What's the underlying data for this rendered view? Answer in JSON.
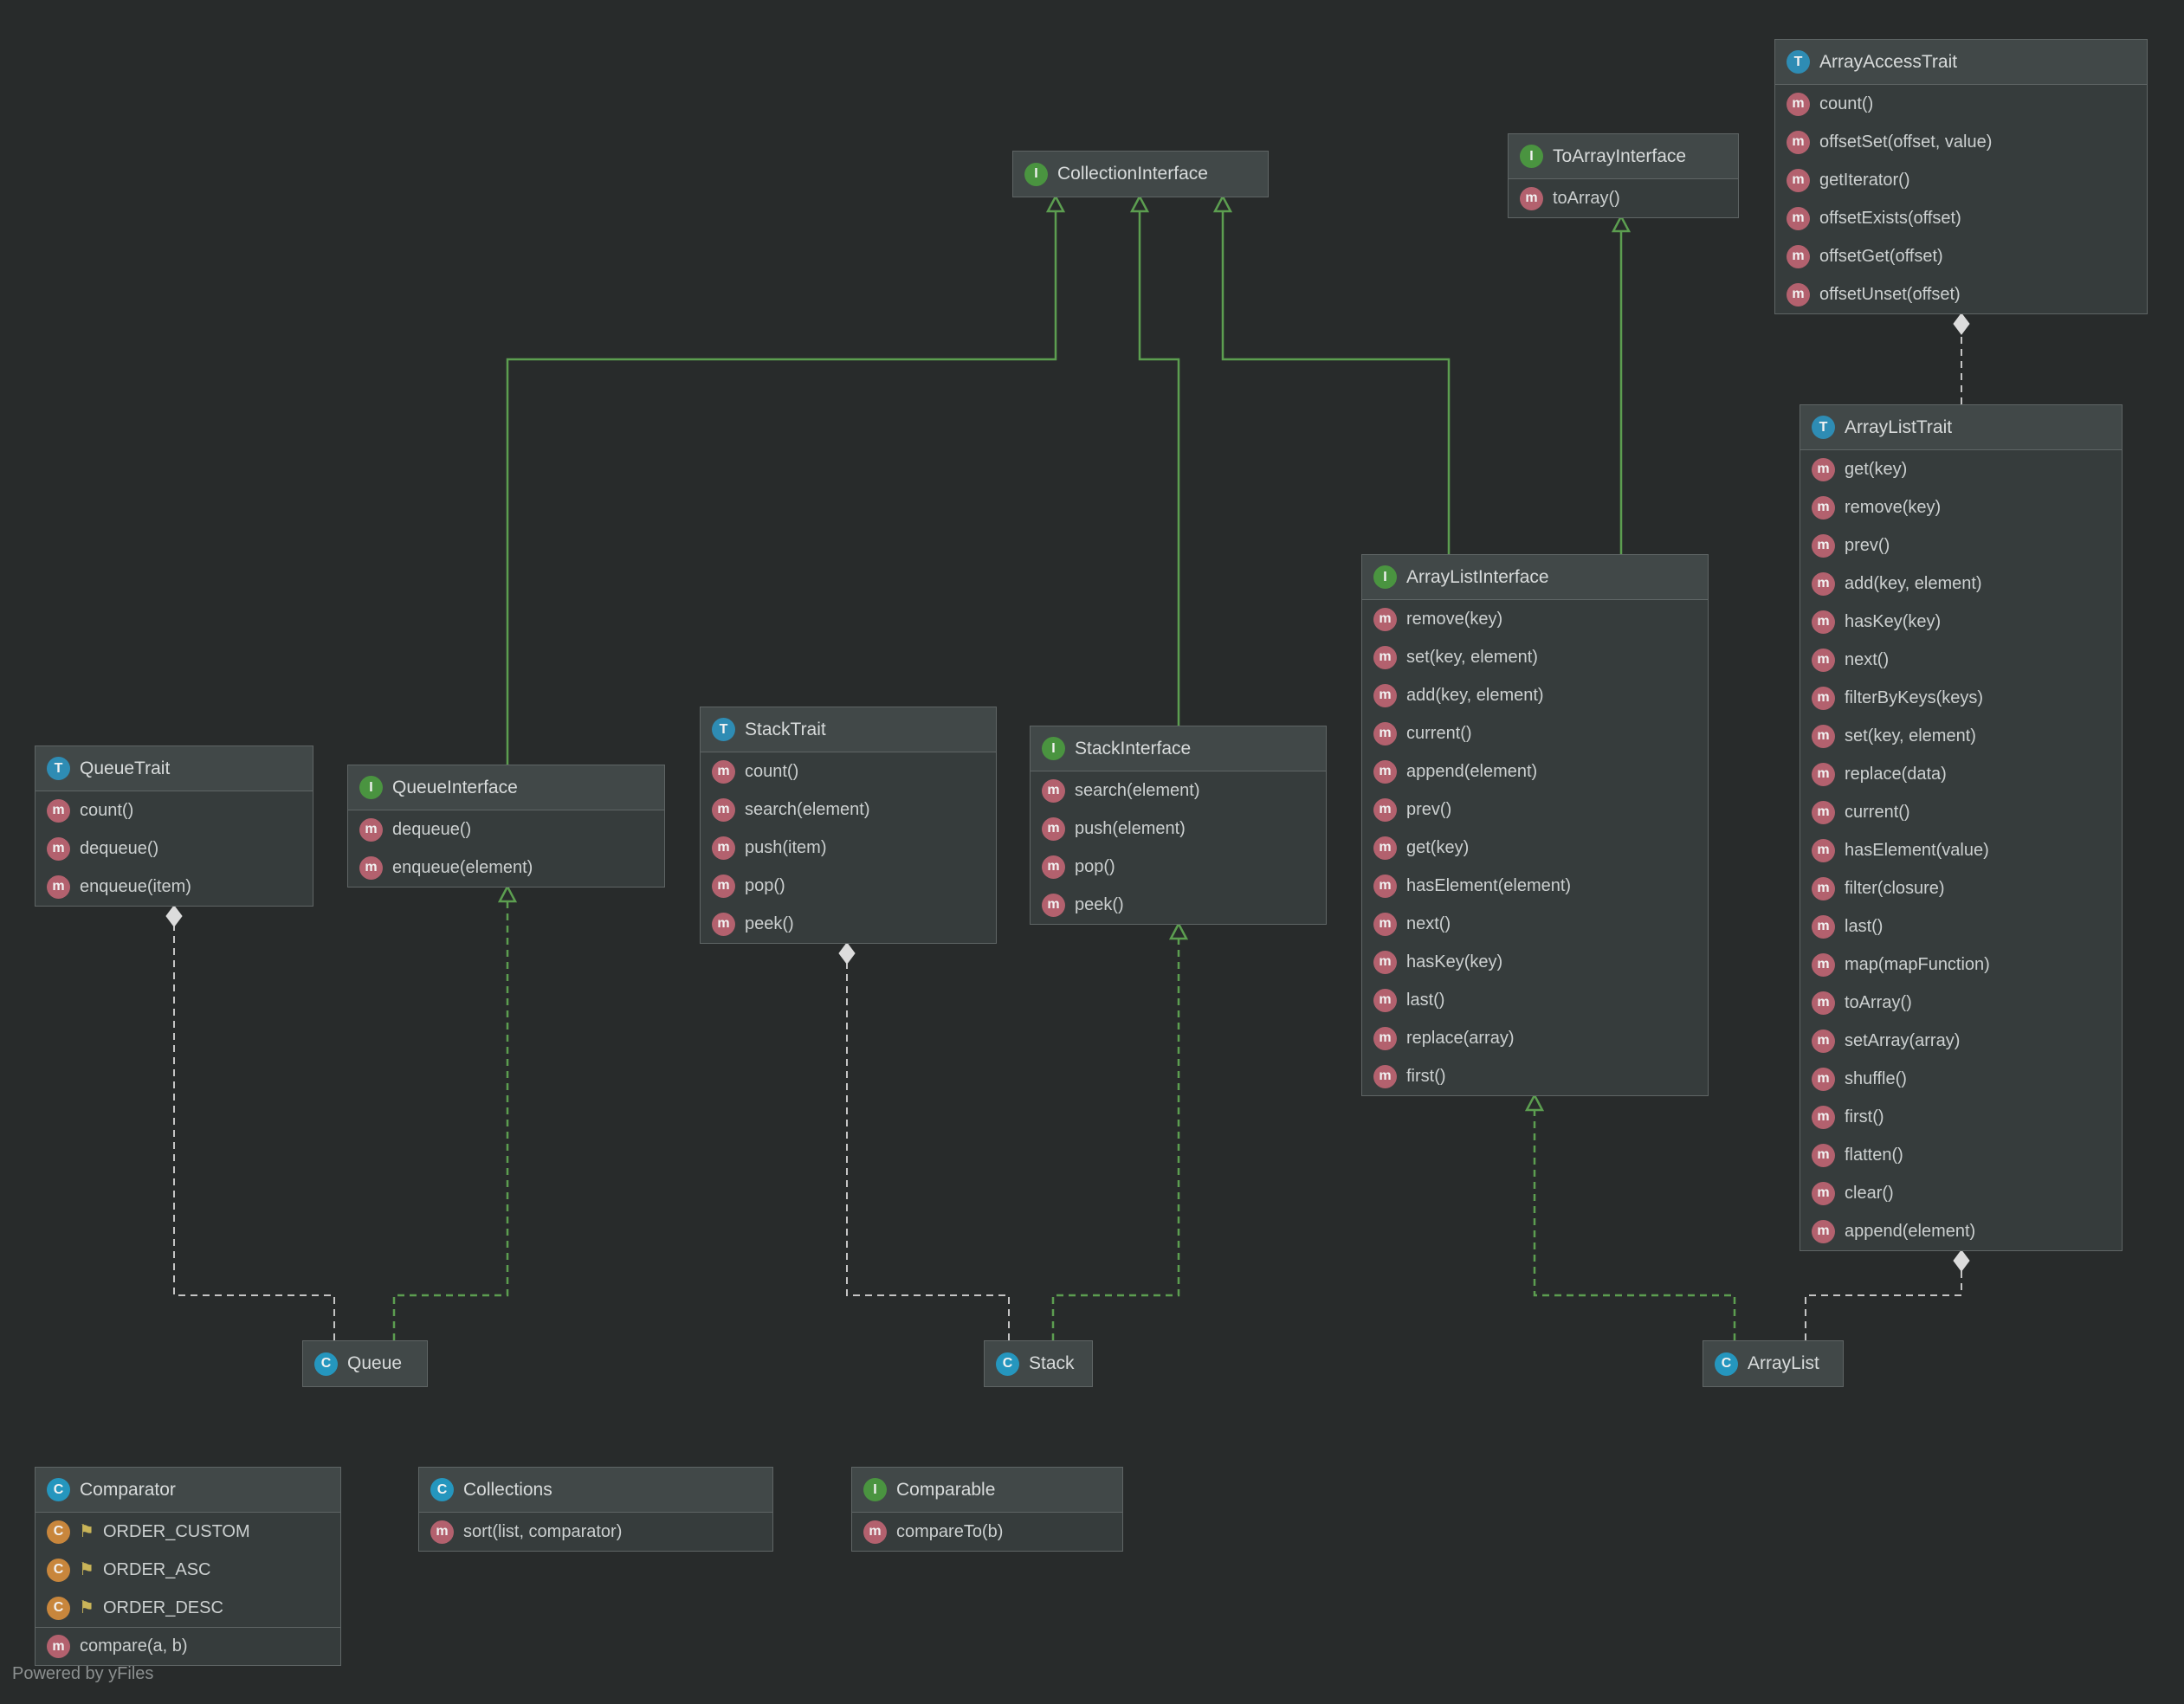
{
  "watermark": "Powered by yFiles",
  "colors": {
    "background": "#282b2b",
    "node_header": "#414848",
    "node_body": "#363c3c",
    "node_border": "#5f6565",
    "inherit_edge": "#5c9e50",
    "trait_edge": "#c4c4c4",
    "interface_icon": "#4a9440",
    "class_icon": "#2596be",
    "method_icon": "#b3616e",
    "const_icon": "#c8863c"
  },
  "icon_glyphs": {
    "method": "m",
    "const": "C",
    "flag": "⚑"
  },
  "nodes": {
    "collectionInterface": {
      "title": "CollectionInterface",
      "icon": {
        "kind": "interface",
        "letter": "I"
      },
      "members": []
    },
    "toArrayInterface": {
      "title": "ToArrayInterface",
      "icon": {
        "kind": "interface",
        "letter": "I"
      },
      "members": [
        "toArray()"
      ]
    },
    "arrayAccessTrait": {
      "title": "ArrayAccessTrait",
      "icon": {
        "kind": "trait",
        "letter": "T"
      },
      "members": [
        "count()",
        "offsetSet(offset, value)",
        "getIterator()",
        "offsetExists(offset)",
        "offsetGet(offset)",
        "offsetUnset(offset)"
      ]
    },
    "arrayListTrait": {
      "title": "ArrayListTrait",
      "icon": {
        "kind": "trait",
        "letter": "T"
      },
      "members": [
        "get(key)",
        "remove(key)",
        "prev()",
        "add(key, element)",
        "hasKey(key)",
        "next()",
        "filterByKeys(keys)",
        "set(key, element)",
        "replace(data)",
        "current()",
        "hasElement(value)",
        "filter(closure)",
        "last()",
        "map(mapFunction)",
        "toArray()",
        "setArray(array)",
        "shuffle()",
        "first()",
        "flatten()",
        "clear()",
        "append(element)"
      ]
    },
    "queueTrait": {
      "title": "QueueTrait",
      "icon": {
        "kind": "trait",
        "letter": "T"
      },
      "members": [
        "count()",
        "dequeue()",
        "enqueue(item)"
      ]
    },
    "queueInterface": {
      "title": "QueueInterface",
      "icon": {
        "kind": "interface",
        "letter": "I"
      },
      "members": [
        "dequeue()",
        "enqueue(element)"
      ]
    },
    "stackTrait": {
      "title": "StackTrait",
      "icon": {
        "kind": "trait",
        "letter": "T"
      },
      "members": [
        "count()",
        "search(element)",
        "push(item)",
        "pop()",
        "peek()"
      ]
    },
    "stackInterface": {
      "title": "StackInterface",
      "icon": {
        "kind": "interface",
        "letter": "I"
      },
      "members": [
        "search(element)",
        "push(element)",
        "pop()",
        "peek()"
      ]
    },
    "arrayListInterface": {
      "title": "ArrayListInterface",
      "icon": {
        "kind": "interface",
        "letter": "I"
      },
      "members": [
        "remove(key)",
        "set(key, element)",
        "add(key, element)",
        "current()",
        "append(element)",
        "prev()",
        "get(key)",
        "hasElement(element)",
        "next()",
        "hasKey(key)",
        "last()",
        "replace(array)",
        "first()"
      ]
    },
    "queue": {
      "title": "Queue",
      "icon": {
        "kind": "class",
        "letter": "C"
      },
      "members": []
    },
    "stack": {
      "title": "Stack",
      "icon": {
        "kind": "class",
        "letter": "C"
      },
      "members": []
    },
    "arrayList": {
      "title": "ArrayList",
      "icon": {
        "kind": "class",
        "letter": "C"
      },
      "members": []
    },
    "comparator": {
      "title": "Comparator",
      "icon": {
        "kind": "class",
        "letter": "C"
      },
      "members": [
        {
          "label": "ORDER_CUSTOM",
          "type": "const"
        },
        {
          "label": "ORDER_ASC",
          "type": "const"
        },
        {
          "label": "ORDER_DESC",
          "type": "const"
        },
        {
          "label": "compare(a, b)",
          "type": "method",
          "divider": true
        }
      ]
    },
    "collections": {
      "title": "Collections",
      "icon": {
        "kind": "class",
        "letter": "C"
      },
      "members": [
        "sort(list, comparator)"
      ]
    },
    "comparable": {
      "title": "Comparable",
      "icon": {
        "kind": "interface",
        "letter": "I"
      },
      "members": [
        "compareTo(b)"
      ]
    }
  }
}
